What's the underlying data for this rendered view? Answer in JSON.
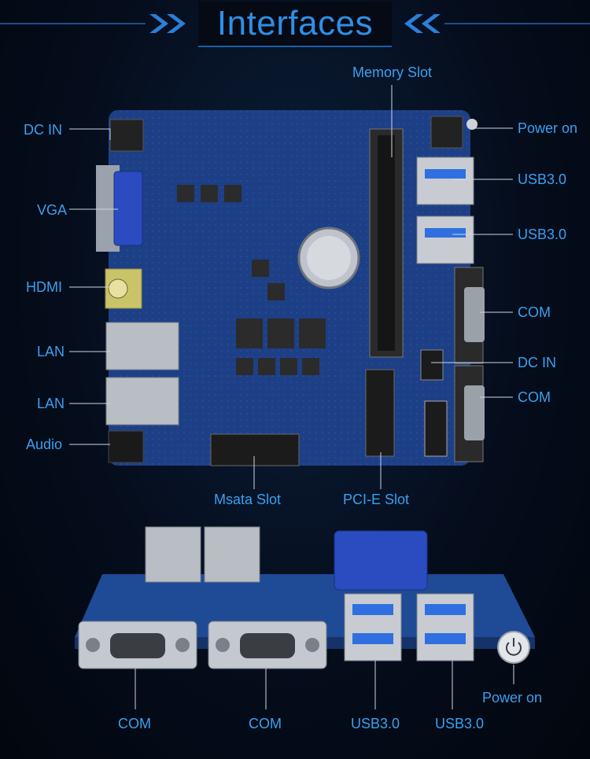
{
  "title": "Interfaces",
  "top_labels": {
    "memory_slot": "Memory Slot",
    "dc_in_left": "DC IN",
    "vga": "VGA",
    "hdmi": "HDMI",
    "lan_1": "LAN",
    "lan_2": "LAN",
    "audio": "Audio",
    "power_on": "Power on",
    "usb3_1": "USB3.0",
    "usb3_2": "USB3.0",
    "com_1": "COM",
    "dc_in_right": "DC IN",
    "com_2": "COM",
    "msata_slot": "Msata Slot",
    "pcie_slot": "PCI-E Slot"
  },
  "bottom_labels": {
    "com_1": "COM",
    "com_2": "COM",
    "usb3_1": "USB3.0",
    "usb3_2": "USB3.0",
    "power_on": "Power on"
  },
  "colors": {
    "accent": "#3aa0f0",
    "title": "#2f8fe6",
    "pcb": "#1d3f86",
    "background": "#050d1c"
  }
}
